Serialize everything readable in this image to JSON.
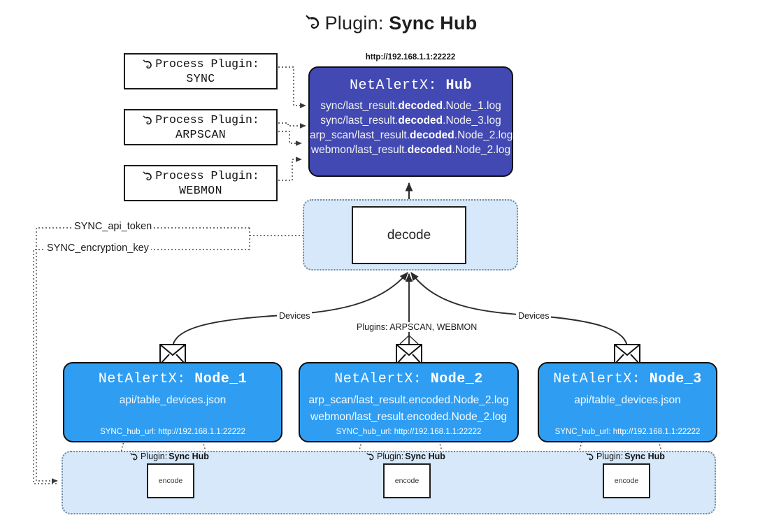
{
  "title": {
    "icon": "plug-icon",
    "prefix": "Plugin:",
    "name": "Sync Hub"
  },
  "process_plugins": [
    {
      "icon": "plug-icon",
      "line1": "Process Plugin:",
      "line2": "SYNC"
    },
    {
      "icon": "plug-icon",
      "line1": "Process Plugin:",
      "line2": "ARPSCAN"
    },
    {
      "icon": "plug-icon",
      "line1": "Process Plugin:",
      "line2": "WEBMON"
    }
  ],
  "hub": {
    "url": "http://192.168.1.1:22222",
    "app": "NetAlertX:",
    "name": "Hub",
    "logs": [
      {
        "pre": "sync/last_result.",
        "mid": "decoded",
        "post": ".Node_1.log"
      },
      {
        "pre": "sync/last_result.",
        "mid": "decoded",
        "post": ".Node_3.log"
      },
      {
        "pre": "arp_scan/last_result.",
        "mid": "decoded",
        "post": ".Node_2.log"
      },
      {
        "pre": "webmon/last_result.",
        "mid": "decoded",
        "post": ".Node_2.log"
      }
    ]
  },
  "decode": {
    "label": "decode"
  },
  "tokens": [
    {
      "label": "SYNC_api_token"
    },
    {
      "label": "SYNC_encryption_key"
    }
  ],
  "flow_labels": {
    "devices_left": "Devices",
    "devices_right": "Devices",
    "plugins_center": "Plugins: ARPSCAN, WEBMON"
  },
  "nodes": [
    {
      "app": "NetAlertX:",
      "name": "Node_1",
      "lines": [
        "api/table_devices.json"
      ],
      "footer": "SYNC_hub_url: http://192.168.1.1:22222"
    },
    {
      "app": "NetAlertX:",
      "name": "Node_2",
      "lines": [
        "arp_scan/last_result.encoded.Node_2.log",
        "webmon/last_result.encoded.Node_2.log"
      ],
      "footer": "SYNC_hub_url: http://192.168.1.1:22222"
    },
    {
      "app": "NetAlertX:",
      "name": "Node_3",
      "lines": [
        "api/table_devices.json"
      ],
      "footer": "SYNC_hub_url: http://192.168.1.1:22222"
    }
  ],
  "encoders": [
    {
      "icon": "plug-icon",
      "prefix": "Plugin:",
      "name": "Sync Hub",
      "box": "encode"
    },
    {
      "icon": "plug-icon",
      "prefix": "Plugin:",
      "name": "Sync Hub",
      "box": "encode"
    },
    {
      "icon": "plug-icon",
      "prefix": "Plugin:",
      "name": "Sync Hub",
      "box": "encode"
    }
  ],
  "colors": {
    "hub_fill": "#4249b2",
    "node_fill": "#2f9ef2",
    "group_fill": "#d6e8f9",
    "group_border": "#6f88a3",
    "stroke": "#101010",
    "background": "#ffffff"
  }
}
